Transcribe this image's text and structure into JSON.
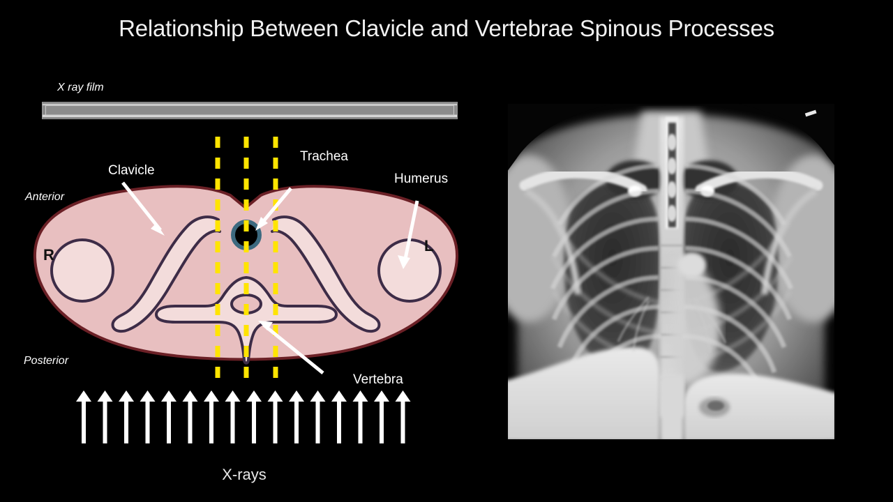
{
  "slide": {
    "title": "Relationship Between Clavicle and Vertebrae Spinous Processes",
    "background_color": "#000000",
    "title_color": "#f2f2f2"
  },
  "diagram": {
    "film": {
      "label": "X ray film",
      "style": "italic",
      "color_light": "#f2f2f2",
      "color_mid": "#8b8b8b",
      "color_dark": "#5a5a5a"
    },
    "orientation_labels": {
      "anterior": "Anterior",
      "posterior": "Posterior",
      "right": "R",
      "left": "L"
    },
    "structure_labels": [
      {
        "name": "clavicle",
        "text": "Clavicle"
      },
      {
        "name": "trachea",
        "text": "Trachea"
      },
      {
        "name": "humerus",
        "text": "Humerus"
      },
      {
        "name": "vertebra",
        "text": "Vertebra"
      }
    ],
    "beam": {
      "label": "X-rays",
      "arrow_count": 16,
      "arrow_color": "#ffffff",
      "direction": "up"
    },
    "guide_lines": {
      "count": 3,
      "style": "dashed",
      "color": "#ffe400"
    },
    "colors": {
      "body_fill": "#e8bfc0",
      "body_outline": "#6b2026",
      "bone_fill": "#f3dcdb",
      "bone_outline": "#3d2c47",
      "trachea_ring": "#3d6a80",
      "trachea_lumen": "#000000"
    }
  },
  "radiograph": {
    "name": "chest-xray-pa",
    "modality": "X-ray",
    "view": "PA chest"
  }
}
